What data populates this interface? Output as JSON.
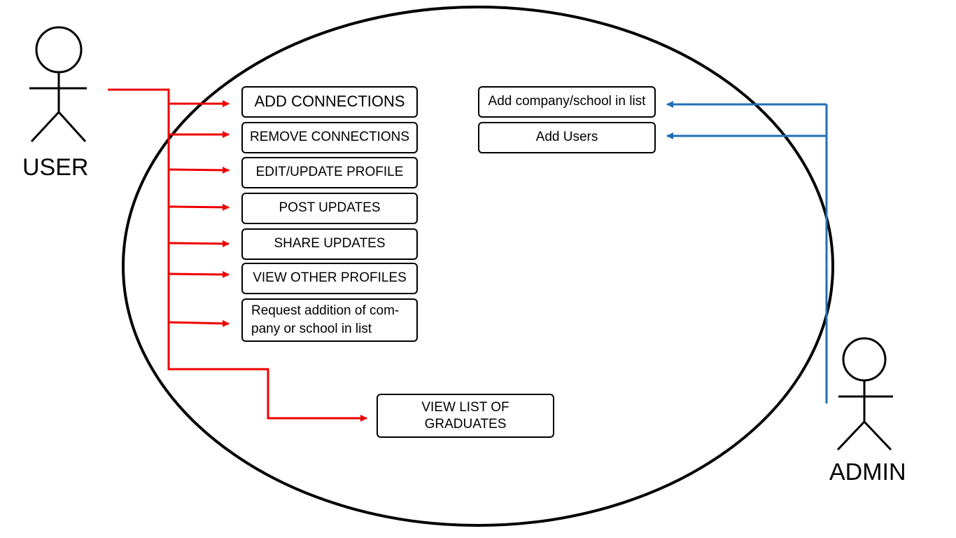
{
  "actors": {
    "user": {
      "label": "USER"
    },
    "admin": {
      "label": "ADMIN"
    }
  },
  "user_use_cases": [
    {
      "id": "add-connections",
      "lines": [
        "ADD CONNECTIONS"
      ]
    },
    {
      "id": "remove-connections",
      "lines": [
        "REMOVE CONNECTIONS"
      ]
    },
    {
      "id": "edit-update-profile",
      "lines": [
        "EDIT/UPDATE PROFILE"
      ]
    },
    {
      "id": "post-updates",
      "lines": [
        "POST UPDATES"
      ]
    },
    {
      "id": "share-updates",
      "lines": [
        "SHARE UPDATES"
      ]
    },
    {
      "id": "view-other-profiles",
      "lines": [
        "VIEW OTHER PROFILES"
      ]
    },
    {
      "id": "request-addition",
      "lines": [
        "Request addition of com-",
        "pany or school in list"
      ]
    },
    {
      "id": "view-list-of-graduates",
      "lines": [
        "VIEW LIST OF GRADUATES"
      ]
    }
  ],
  "admin_use_cases": [
    {
      "id": "add-company-school",
      "lines": [
        "Add company/school in list"
      ]
    },
    {
      "id": "add-users",
      "lines": [
        "Add Users"
      ]
    }
  ],
  "colors": {
    "user_connector": "#ee0000",
    "admin_connector": "#1f6fb5",
    "outline": "#000000",
    "background": "#ffffff"
  }
}
